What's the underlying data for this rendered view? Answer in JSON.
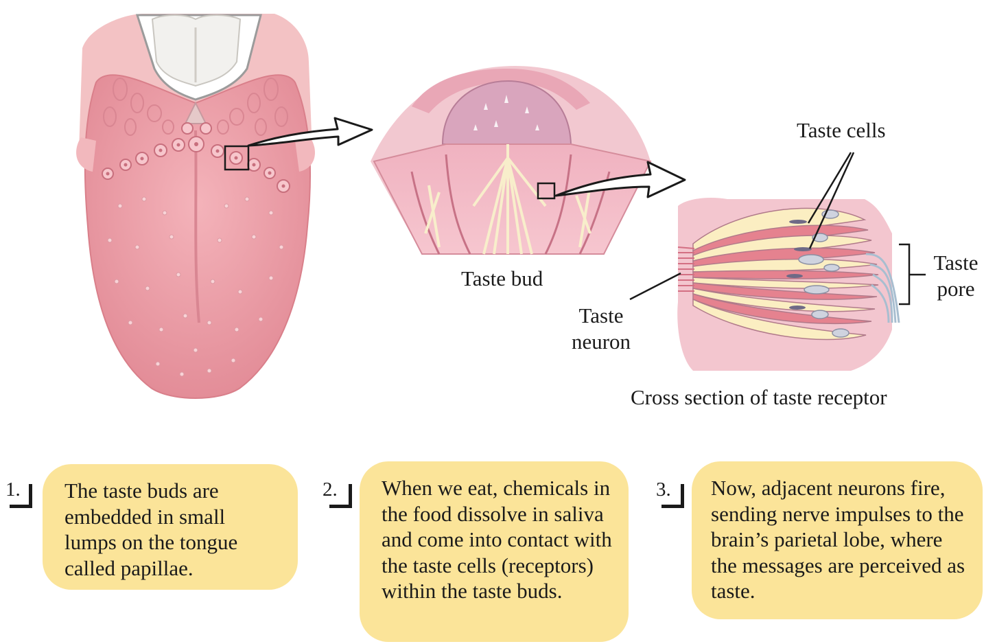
{
  "labels": {
    "taste_bud": "Taste bud",
    "taste_cells": "Taste cells",
    "taste_pore": "Taste\npore",
    "taste_neuron": "Taste\nneuron",
    "cross_section": "Cross section of taste receptor"
  },
  "steps": [
    {
      "number": "1.",
      "text": "The taste buds are embedded in small lumps on the tongue called papillae."
    },
    {
      "number": "2.",
      "text": "When we eat, chemicals in the food dissolve in saliva and come into contact with the taste cells (receptors) within the taste buds."
    },
    {
      "number": "3.",
      "text": "Now, adjacent neurons fire, sending nerve impulses to the brain’s parietal lobe, where the messages are perceived as taste."
    }
  ],
  "colors": {
    "tongue": "#f0a3ab",
    "tongue_dark": "#d97f8a",
    "cell_cream": "#fbeec2",
    "cell_pink": "#e5828f",
    "nerve_blue": "#a8bed0",
    "step_box": "#fbe499"
  }
}
